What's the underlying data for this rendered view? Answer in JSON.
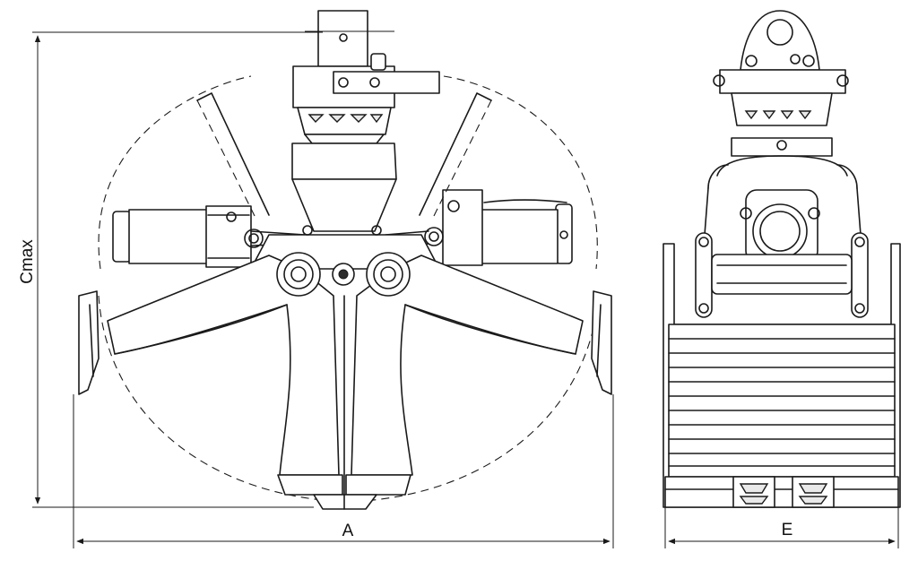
{
  "diagram": {
    "dimension_labels": {
      "height": "Cmax",
      "open_width": "A",
      "side_width": "E"
    }
  }
}
